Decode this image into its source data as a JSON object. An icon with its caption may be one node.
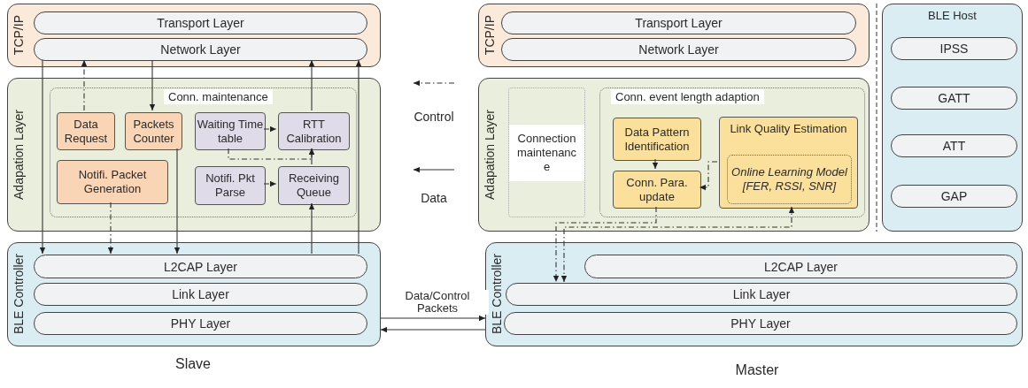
{
  "diagram": {
    "nodes": [
      {
        "text": [
          "TCP/IP"
        ]
      },
      {
        "text": [
          "Transport Layer"
        ],
        "in": 0
      },
      {
        "text": [
          "Network Layer"
        ],
        "in": 0
      },
      {
        "text": [
          "TCP/IP"
        ]
      },
      {
        "text": [
          "Transport Layer"
        ],
        "in": 3
      },
      {
        "text": [
          "Network Layer"
        ],
        "in": 3
      },
      {
        "text": [
          "BLE Host"
        ]
      },
      {
        "text": [
          "IPSS"
        ],
        "in": 6
      },
      {
        "text": [
          "GATT"
        ],
        "in": 6
      },
      {
        "text": [
          "ATT"
        ],
        "in": 6
      },
      {
        "text": [
          "GAP"
        ],
        "in": 6
      },
      {
        "text": [
          "Adapation Layer"
        ]
      },
      {
        "text": [
          "Conn. maintenance"
        ],
        "in": 11
      },
      {
        "text": [
          "Data Request"
        ],
        "in": 12
      },
      {
        "text": [
          "Packets Counter"
        ],
        "in": 12
      },
      {
        "text": [
          "Waiting Time table"
        ],
        "in": 12
      },
      {
        "text": [
          "RTT Calibration"
        ],
        "in": 12
      },
      {
        "text": [
          "Notifi. Packet Generation"
        ],
        "in": 12
      },
      {
        "text": [
          "Notifi. Pkt Parse"
        ],
        "in": 12
      },
      {
        "text": [
          "Receiving Queue"
        ],
        "in": 12
      },
      {
        "text": [
          "Adapation Layer"
        ]
      },
      {
        "text": [
          "Connection maintenanc e"
        ],
        "in": 20
      },
      {
        "text": [
          "Conn. event length adaption"
        ],
        "in": 20
      },
      {
        "text": [
          "Data Pattern Identification"
        ],
        "in": 22
      },
      {
        "text": [
          "Link Quality Estimation"
        ],
        "in": 22
      },
      {
        "text": [
          "Online Learning Model [FER, RSSI, SNR]"
        ],
        "in": 24
      },
      {
        "text": [
          "Conn. Para. update"
        ],
        "in": 22
      },
      {
        "text": [
          "BLE Controller"
        ]
      },
      {
        "text": [
          "L2CAP Layer"
        ],
        "in": 27
      },
      {
        "text": [
          "Link Layer"
        ],
        "in": 27
      },
      {
        "text": [
          "PHY Layer"
        ],
        "in": 27
      },
      {
        "text": [
          "BLE Controller"
        ]
      },
      {
        "text": [
          "L2CAP Layer"
        ],
        "in": 31
      },
      {
        "text": [
          "Link Layer"
        ],
        "in": 31
      },
      {
        "text": [
          "PHY Layer"
        ],
        "in": 31
      }
    ],
    "edges": [
      {
        "from": 2,
        "to": 28,
        "arrow": "to"
      },
      {
        "from": 13,
        "to": 2,
        "arrow": "to",
        "style": "dashed"
      },
      {
        "from": 2,
        "to": 14,
        "arrow": "to"
      },
      {
        "from": 14,
        "to": 28,
        "arrow": "to"
      },
      {
        "from": 17,
        "to": 28,
        "arrow": "to",
        "style": "dashed"
      },
      {
        "from": 15,
        "to": 16,
        "arrow": "to",
        "style": "dashed"
      },
      {
        "from": 15,
        "to": 16,
        "arrow": "to",
        "style": "dashed"
      },
      {
        "from": 18,
        "to": 19,
        "arrow": "to",
        "style": "dashed"
      },
      {
        "from": 19,
        "to": 16,
        "arrow": "to"
      },
      {
        "from": 16,
        "to": 2,
        "arrow": "to"
      },
      {
        "from": 28,
        "to": 19,
        "arrow": "to"
      },
      {
        "from": 28,
        "to": 2,
        "arrow": "to"
      },
      {
        "from": 27,
        "to": 31,
        "arrow": "to",
        "label": "Data/Control Packets"
      },
      {
        "from": 31,
        "to": 27,
        "arrow": "to"
      },
      {
        "from": 23,
        "to": 26,
        "arrow": "to"
      },
      {
        "from": 24,
        "to": 26,
        "arrow": "to",
        "style": "dashed"
      },
      {
        "from": 26,
        "to": 33,
        "arrow": "to",
        "style": "dashed"
      },
      {
        "from": 33,
        "to": 24,
        "arrow": "both",
        "style": "dashed"
      }
    ],
    "labels": [
      "Slave",
      "Master"
    ],
    "legend": [
      {
        "text": "Control"
      },
      {
        "text": "Data"
      }
    ]
  }
}
